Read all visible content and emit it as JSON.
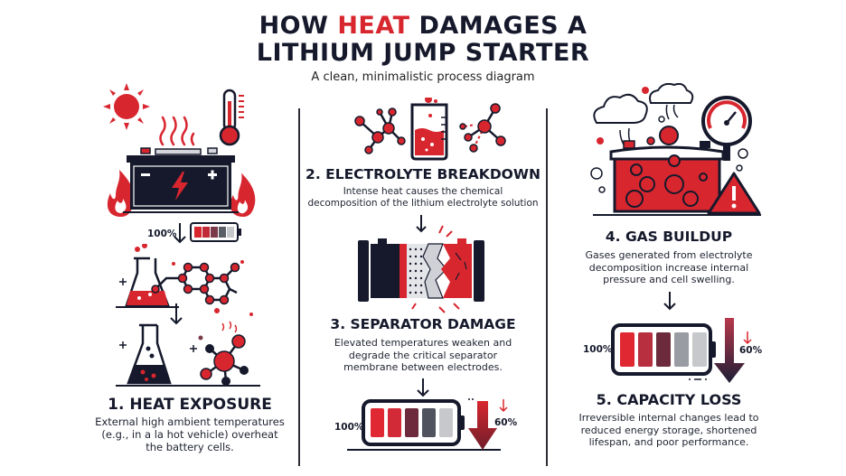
{
  "header": {
    "title_part1": "HOW ",
    "title_highlight": "HEAT",
    "title_part2": " DAMAGES A",
    "title_line2": "LITHIUM JUMP STARTER",
    "subtitle": "A clean, minimalistic process diagram"
  },
  "colors": {
    "accent_red": "#d8262f",
    "navy": "#15192b",
    "divider": "#2a2d36",
    "gray_cell": "#c7c8cc",
    "background": "#ffffff"
  },
  "steps": [
    {
      "number": 1,
      "title": "1. HEAT EXPOSURE",
      "desc_lines": [
        "External high ambient temperatures",
        "(e.g., in a la hot vehicle) overheat",
        "the battery cells."
      ],
      "battery_label": "100%",
      "icons": [
        "sun-icon",
        "thermometer-icon",
        "heat-waves-icon",
        "car-battery-icon",
        "flame-icon",
        "flask-icon",
        "molecule-icon"
      ]
    },
    {
      "number": 2,
      "title": "2. ELECTROLYTE BREAKDOWN",
      "desc_lines": [
        "Intense heat causes the chemical",
        "decomposition of the lithium electrolyte solution"
      ],
      "icons": [
        "molecule-icon",
        "beaker-icon",
        "broken-molecule-icon"
      ]
    },
    {
      "number": 3,
      "title": "3. SEPARATOR DAMAGE",
      "desc_lines": [
        "Elevated temperatures weaken and",
        "degrade the critical separator",
        "membrane between electrodes."
      ],
      "battery_label_start": "100%",
      "battery_label_end": "60%",
      "icons": [
        "cracked-cell-icon",
        "battery-icon",
        "down-arrow-icon"
      ]
    },
    {
      "number": 4,
      "title": "4. GAS BUILDUP",
      "desc_lines": [
        "Gases generated from electrolyte",
        "decomposition increase internal",
        "pressure and cell swelling."
      ],
      "icons": [
        "smoke-cloud-icon",
        "pressure-gauge-icon",
        "swollen-battery-icon",
        "warning-triangle-icon"
      ]
    },
    {
      "number": 5,
      "title": "5. CAPACITY LOSS",
      "desc_lines": [
        "Irreversible internal changes lead to",
        "reduced energy storage, shortened",
        "lifespan, and poor performance."
      ],
      "battery_label_start": "100%",
      "battery_label_end": "60%",
      "icons": [
        "battery-icon",
        "down-arrow-icon"
      ]
    }
  ]
}
